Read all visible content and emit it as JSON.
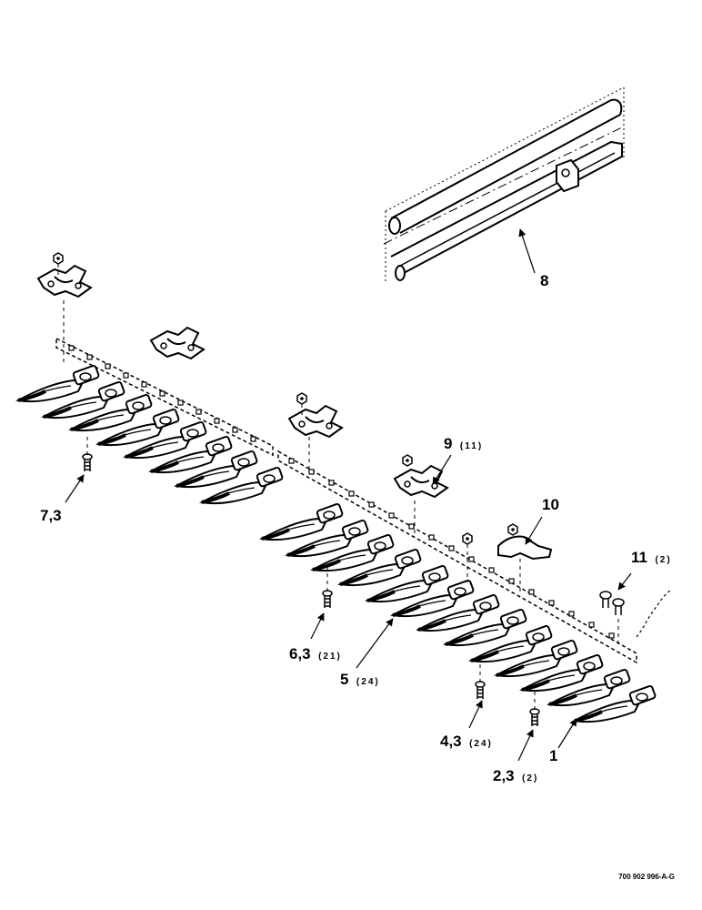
{
  "callouts": {
    "c1": {
      "num": "1",
      "qty": ""
    },
    "c2": {
      "num": "2,3",
      "qty": "(2)"
    },
    "c4": {
      "num": "4,3",
      "qty": "(24)"
    },
    "c5": {
      "num": "5",
      "qty": "(24)"
    },
    "c6": {
      "num": "6,3",
      "qty": "(21)"
    },
    "c7": {
      "num": "7,3",
      "qty": ""
    },
    "c8": {
      "num": "8",
      "qty": ""
    },
    "c9": {
      "num": "9",
      "qty": "(11)"
    },
    "c10": {
      "num": "10",
      "qty": ""
    },
    "c11": {
      "num": "11",
      "qty": "(2)"
    }
  },
  "drawing_code": "700 902 996-A-G"
}
